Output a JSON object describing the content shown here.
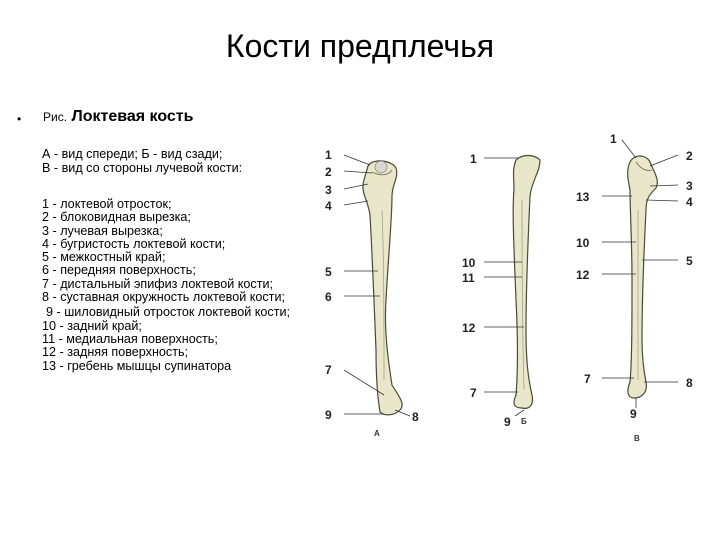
{
  "title": "Кости предплечья",
  "bullet": "•",
  "caption": {
    "prefix": "Рис.",
    "main": "Локтевая кость"
  },
  "views": [
    "А - вид спереди; Б - вид сзади;",
    "В - вид со стороны лучевой кости:"
  ],
  "legend": [
    "1 - локтевой отросток;",
    "2 - блоковидная вырезка;",
    "3 - лучевая вырезка;",
    "4 - бугристость локтевой кости;",
    "5 - межкостный край;",
    "6 - передняя поверхность;",
    "7 - дистальный эпифиз локтевой кости;",
    "8 - суставная окружность локтевой кости;",
    "9 - шиловидный отросток локтевой кости;",
    "10 - задний край;",
    "11 - медиальная поверхность;",
    "12 - задняя поверхность;",
    "13 - гребень мышцы супинатора"
  ],
  "figure_labels": {
    "view_a": [
      "1",
      "2",
      "3",
      "4",
      "5",
      "6",
      "7",
      "9",
      "8"
    ],
    "view_b": [
      "1",
      "10",
      "11",
      "12",
      "7",
      "9"
    ],
    "view_c": [
      "1",
      "2",
      "13",
      "3",
      "4",
      "10",
      "5",
      "12",
      "7",
      "8",
      "9"
    ]
  },
  "view_letters": [
    "А",
    "Б",
    "В"
  ],
  "colors": {
    "bone_fill": "#e9e6c9",
    "bone_stroke": "#4a4a3a",
    "leader": "#333333"
  }
}
